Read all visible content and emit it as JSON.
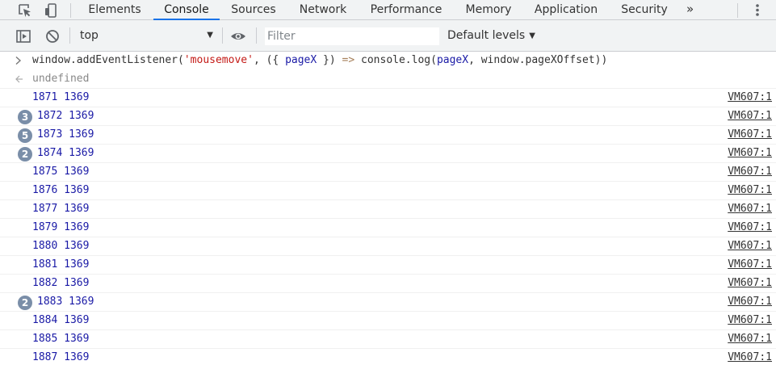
{
  "tabs": [
    {
      "label": "Elements",
      "active": false
    },
    {
      "label": "Console",
      "active": true
    },
    {
      "label": "Sources",
      "active": false
    },
    {
      "label": "Network",
      "active": false
    },
    {
      "label": "Performance",
      "active": false
    },
    {
      "label": "Memory",
      "active": false
    },
    {
      "label": "Application",
      "active": false
    },
    {
      "label": "Security",
      "active": false
    }
  ],
  "more_tabs_glyph": "»",
  "toolbar": {
    "context": "top",
    "filter_placeholder": "Filter",
    "levels_label": "Default levels"
  },
  "console": {
    "command": {
      "p1": "window.addEventListener(",
      "str": "'mousemove'",
      "p2": ", ({ ",
      "pagex1": "pageX",
      "p3": " }) ",
      "arrow": "=>",
      "p4": " console.log(",
      "pagex2": "pageX",
      "p5": ", window.pageXOffset))"
    },
    "result": "undefined",
    "rows": [
      {
        "text": "1871 1369",
        "count": "",
        "source": "VM607:1"
      },
      {
        "text": "1872 1369",
        "count": "3",
        "source": "VM607:1"
      },
      {
        "text": "1873 1369",
        "count": "5",
        "source": "VM607:1"
      },
      {
        "text": "1874 1369",
        "count": "2",
        "source": "VM607:1"
      },
      {
        "text": "1875 1369",
        "count": "",
        "source": "VM607:1"
      },
      {
        "text": "1876 1369",
        "count": "",
        "source": "VM607:1"
      },
      {
        "text": "1877 1369",
        "count": "",
        "source": "VM607:1"
      },
      {
        "text": "1879 1369",
        "count": "",
        "source": "VM607:1"
      },
      {
        "text": "1880 1369",
        "count": "",
        "source": "VM607:1"
      },
      {
        "text": "1881 1369",
        "count": "",
        "source": "VM607:1"
      },
      {
        "text": "1882 1369",
        "count": "",
        "source": "VM607:1"
      },
      {
        "text": "1883 1369",
        "count": "2",
        "source": "VM607:1"
      },
      {
        "text": "1884 1369",
        "count": "",
        "source": "VM607:1"
      },
      {
        "text": "1885 1369",
        "count": "",
        "source": "VM607:1"
      },
      {
        "text": "1887 1369",
        "count": "",
        "source": "VM607:1"
      }
    ]
  },
  "colors": {
    "accent": "#1a73e8",
    "badge": "#7a8ea8",
    "log_number": "#1a1aa6",
    "string": "#c41a16"
  },
  "icons": {
    "inspect": "inspect-element-icon",
    "device": "device-toolbar-icon",
    "sidebar": "console-sidebar-icon",
    "clear": "clear-console-icon",
    "eye": "live-expression-icon",
    "kebab": "more-options-icon"
  }
}
